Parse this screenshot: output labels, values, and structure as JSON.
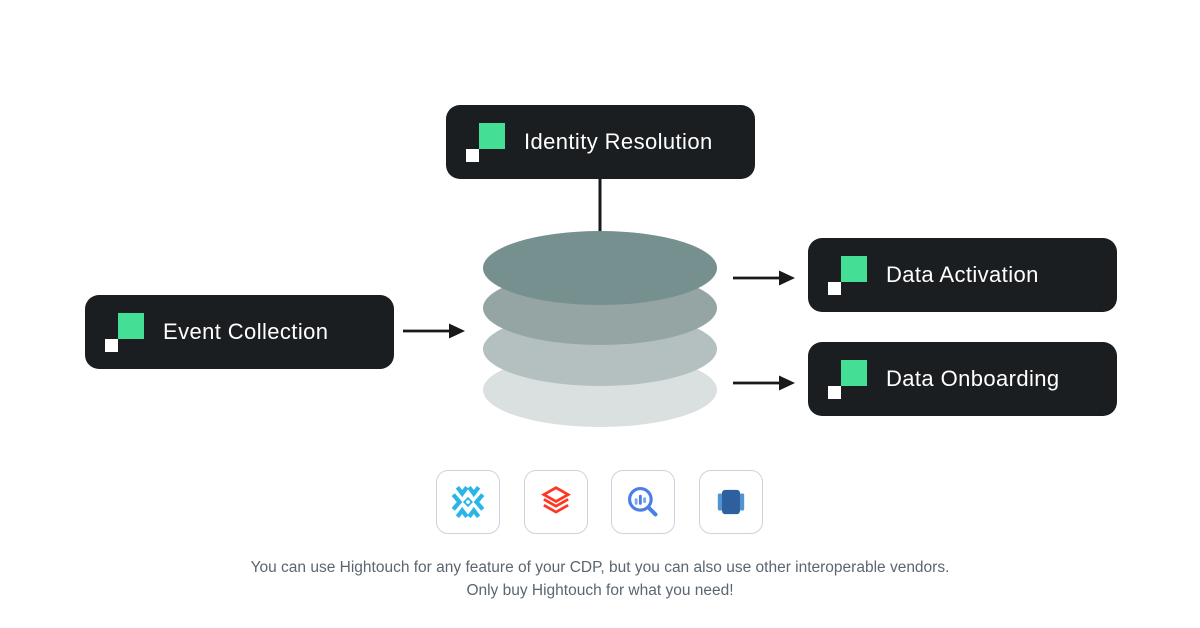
{
  "badges": {
    "identity_resolution": {
      "label": "Identity Resolution"
    },
    "event_collection": {
      "label": "Event Collection"
    },
    "data_activation": {
      "label": "Data Activation"
    },
    "data_onboarding": {
      "label": "Data Onboarding"
    }
  },
  "colors": {
    "badge_bg": "#1b1e21",
    "badge_text": "#ffffff",
    "logo_green": "#45de95",
    "logo_white": "#ffffff",
    "arrow": "#17191b",
    "tile_border": "#c9d4de",
    "caption_text": "#5b6671",
    "snowflake_blue": "#29b5e8",
    "databricks_red": "#ff3621",
    "bigquery_blue": "#4a7fe8",
    "redshift_dark": "#2e5f9e",
    "redshift_light": "#5294cf"
  },
  "cylinder": {
    "layers": [
      {
        "name": "layer-top",
        "color": "#75908e"
      },
      {
        "name": "layer-second",
        "color": "#94a5a3"
      },
      {
        "name": "layer-third",
        "color": "#b4c0bf"
      },
      {
        "name": "layer-bottom",
        "color": "#d9e0df"
      }
    ]
  },
  "vendors": [
    {
      "name": "Snowflake"
    },
    {
      "name": "Databricks"
    },
    {
      "name": "BigQuery"
    },
    {
      "name": "Amazon Redshift"
    }
  ],
  "caption": {
    "line1": "You can use Hightouch for any feature of your CDP, but you can also use other interoperable vendors.",
    "line2": "Only buy Hightouch for what you need!"
  }
}
